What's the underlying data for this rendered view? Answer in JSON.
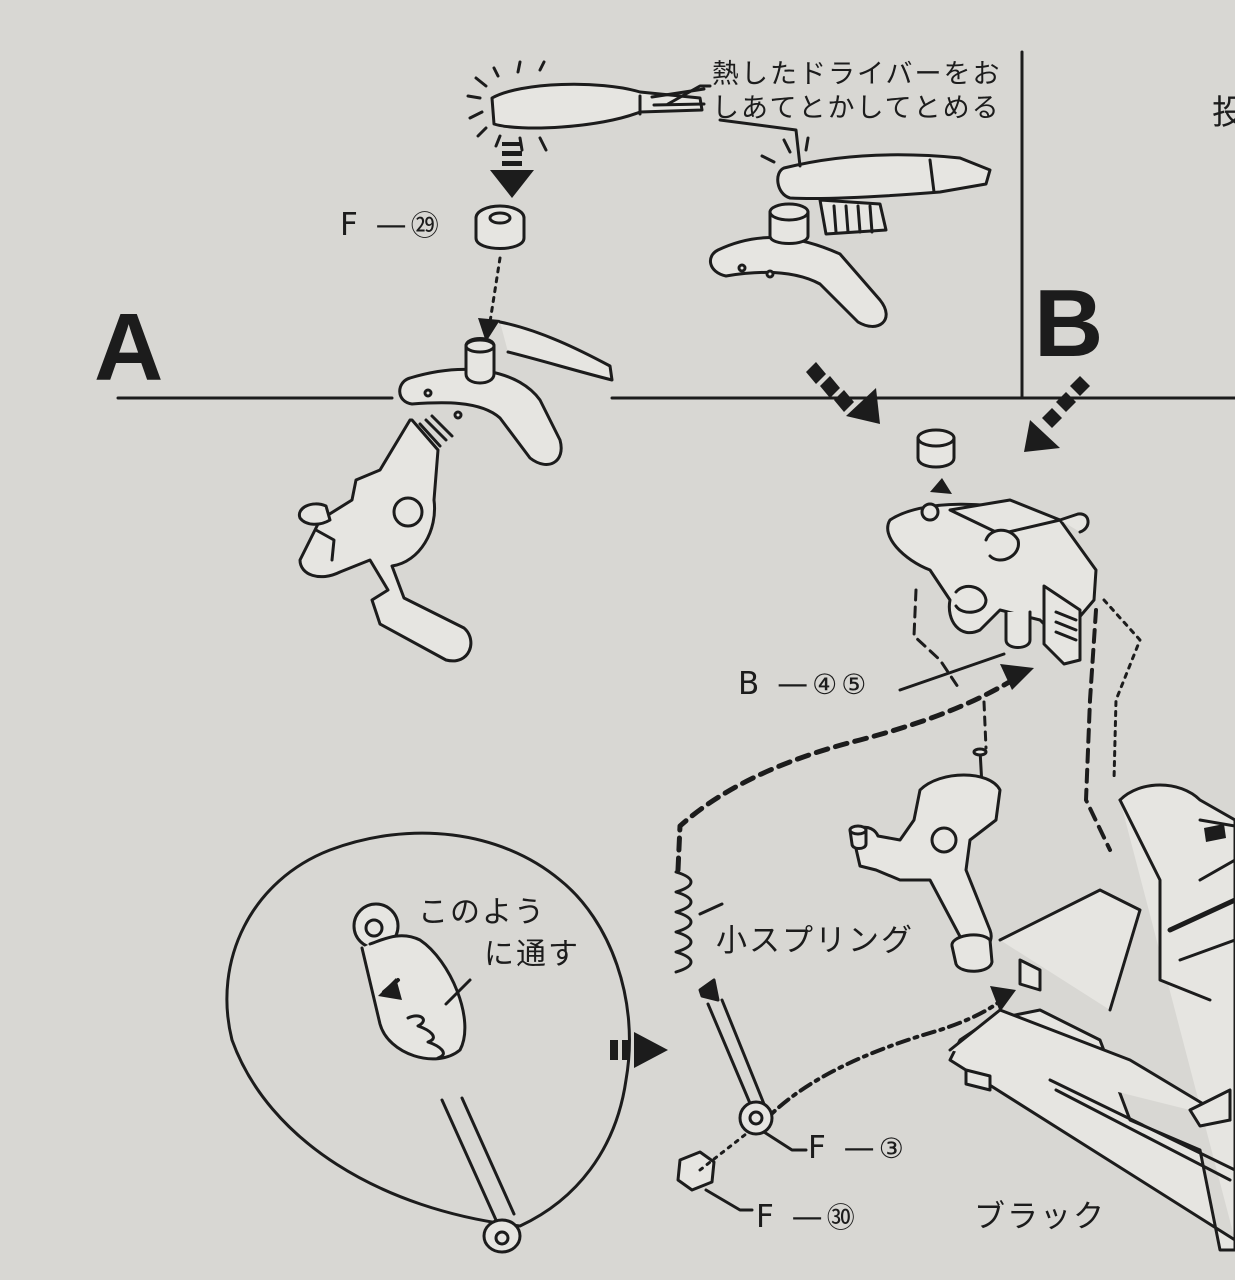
{
  "sections": {
    "a": "A",
    "b": "B"
  },
  "notes": {
    "heat_driver_line1": "熱したドライバーをお",
    "heat_driver_line2": "しあてとかしてとめる",
    "thread_line1": "このよう",
    "thread_line2": "に通す",
    "small_spring": "小スプリング",
    "black": "ブラック",
    "edge_char": "投"
  },
  "parts": {
    "f29": {
      "prefix": "F —",
      "num": "㉙"
    },
    "b45": {
      "prefix": "B —",
      "num": "④⑤"
    },
    "f3": {
      "prefix": "F —",
      "num": "③"
    },
    "f30": {
      "prefix": "F —",
      "num": "㉚"
    }
  },
  "colors": {
    "paper": "#d8d7d3",
    "ink": "#1c1c1c"
  }
}
